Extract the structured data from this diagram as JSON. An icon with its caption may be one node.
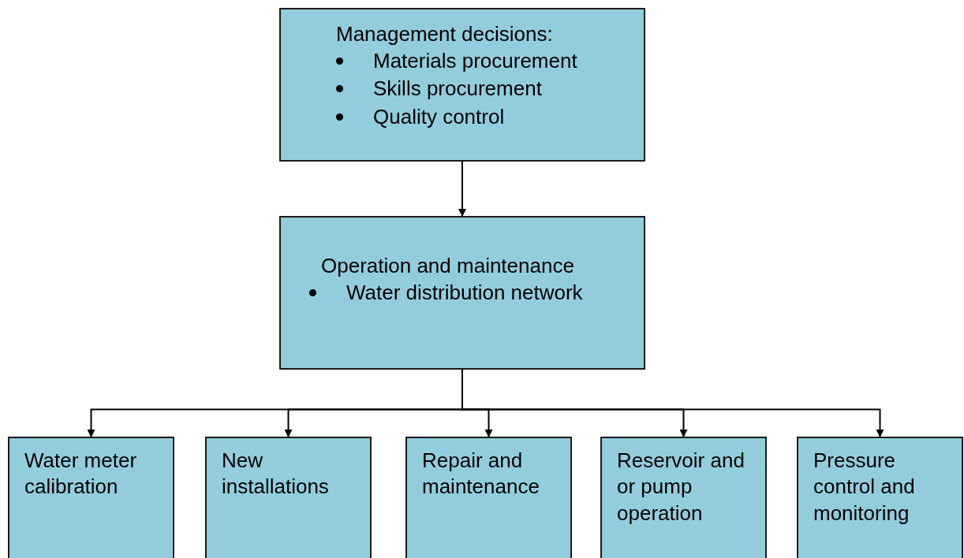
{
  "diagram": {
    "nodes": [
      {
        "text": [
          "Management decisions:",
          "Materials procurement",
          "Skills procurement",
          "Quality control"
        ]
      },
      {
        "text": [
          "Operation and maintenance",
          "Water distribution network"
        ]
      },
      {
        "text": [
          "Water meter calibration"
        ]
      },
      {
        "text": [
          "New installations"
        ]
      },
      {
        "text": [
          "Repair and maintenance"
        ]
      },
      {
        "text": [
          "Reservoir and or pump operation"
        ]
      },
      {
        "text": [
          "Pressure control and monitoring"
        ]
      }
    ],
    "edges": [
      {
        "from": 0,
        "to": 1,
        "arrow": "to"
      },
      {
        "from": 1,
        "to": 2,
        "arrow": "to"
      },
      {
        "from": 1,
        "to": 3,
        "arrow": "to"
      },
      {
        "from": 1,
        "to": 4,
        "arrow": "to"
      },
      {
        "from": 1,
        "to": 5,
        "arrow": "to"
      },
      {
        "from": 1,
        "to": 6,
        "arrow": "to"
      }
    ]
  }
}
